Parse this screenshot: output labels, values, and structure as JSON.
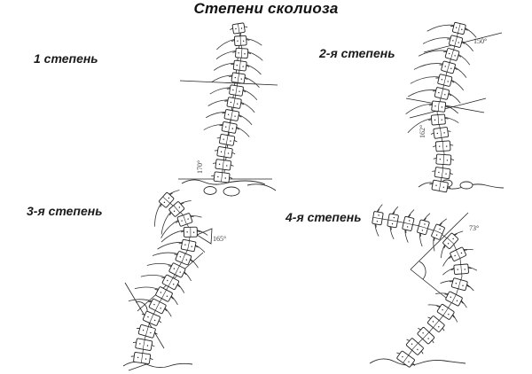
{
  "title": "Степени сколиоза",
  "colors": {
    "ink": "#1a1a1a",
    "background": "#ffffff"
  },
  "panels": [
    {
      "label": "1 степень",
      "angles": [
        {
          "text": "170°"
        }
      ]
    },
    {
      "label": "2-я степень",
      "angles": [
        {
          "text": "150°"
        },
        {
          "text": "162°"
        }
      ]
    },
    {
      "label": "3-я степень",
      "angles": [
        {
          "text": "165°"
        }
      ]
    },
    {
      "label": "4-я степень",
      "angles": [
        {
          "text": "73°"
        }
      ]
    }
  ]
}
